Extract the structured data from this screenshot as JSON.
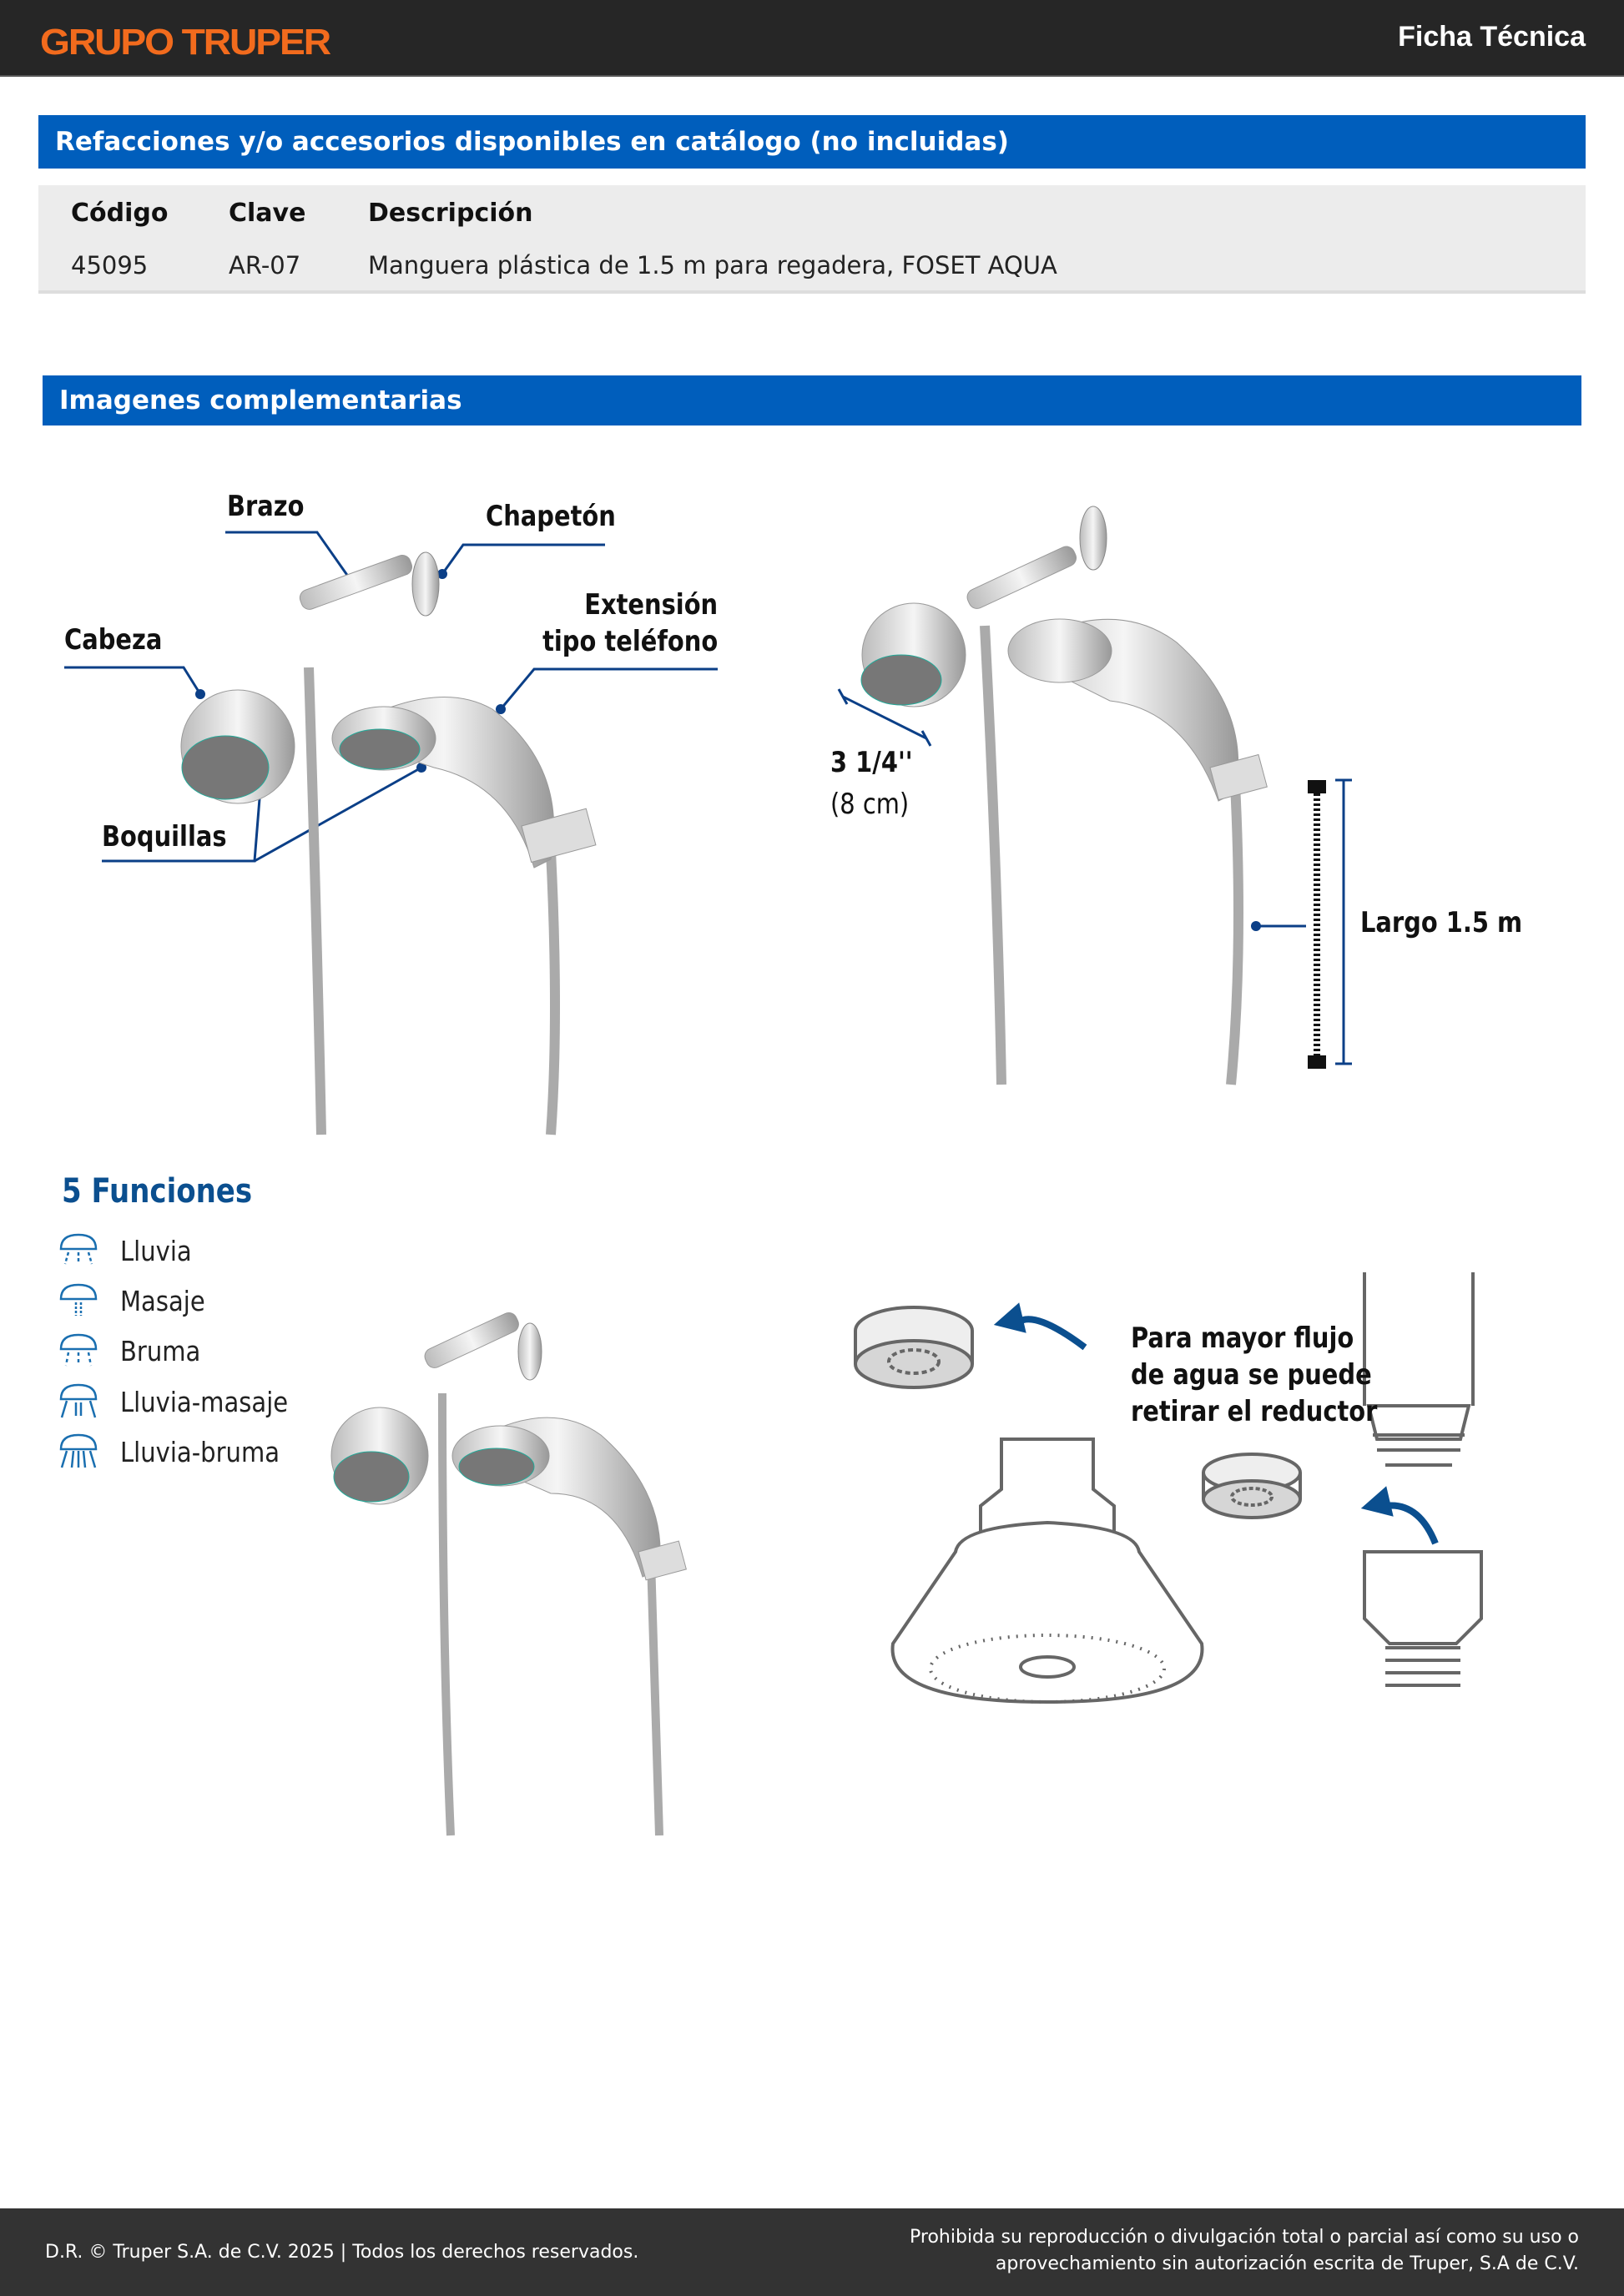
{
  "header": {
    "logo": "GRUPO TRUPER",
    "title": "Ficha Técnica"
  },
  "accessories": {
    "title": "Refacciones y/o accesorios disponibles en catálogo (no incluidas)",
    "columns": [
      "Código",
      "Clave",
      "Descripción"
    ],
    "rows": [
      [
        "45095",
        "AR-07",
        "Manguera plástica de 1.5 m para regadera, FOSET AQUA"
      ]
    ]
  },
  "images": {
    "title": "Imagenes complementarias",
    "labels": {
      "brazo": "Brazo",
      "chapeton": "Chapetón",
      "cabeza": "Cabeza",
      "extension_1": "Extensión",
      "extension_2": "tipo teléfono",
      "boquillas": "Boquillas"
    },
    "dimensions": {
      "diameter_in": "3 1/4''",
      "diameter_cm": "(8 cm)",
      "hose": "Largo 1.5 m"
    },
    "functions": {
      "title": "5 Funciones",
      "items": [
        "Lluvia",
        "Masaje",
        "Bruma",
        "Lluvia-masaje",
        "Lluvia-bruma"
      ]
    },
    "reducer_note": [
      "Para mayor flujo",
      "de agua se puede",
      "retirar el reductor"
    ]
  },
  "footer": {
    "left": "D.R. © Truper S.A. de C.V. 2025 | Todos los derechos reservados.",
    "right_1": "Prohibida su reproducción o divulgación total o parcial así como su uso o",
    "right_2": "aprovechamiento sin autorización escrita de Truper, S.A de C.V."
  },
  "colors": {
    "brand": "#f26b1d",
    "accent": "#005ebc",
    "label_line": "#0b3f87"
  }
}
